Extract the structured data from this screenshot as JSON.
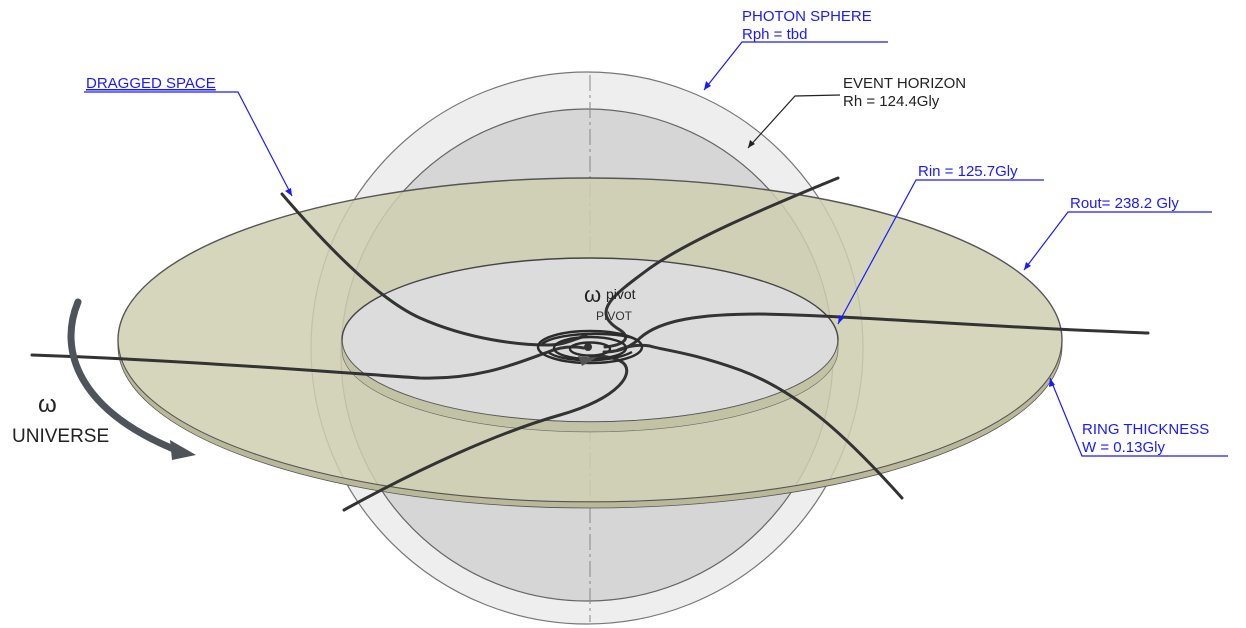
{
  "labels": {
    "photon_sphere_title": "PHOTON SPHERE",
    "photon_sphere_value": "Rph = tbd",
    "event_horizon_title": "EVENT HORIZON",
    "event_horizon_value": "Rh = 124.4Gly",
    "dragged_space": "DRAGGED SPACE",
    "rin": "Rin = 125.7Gly",
    "rout": "Rout= 238.2 Gly",
    "ring_thickness_title": "RING THICKNESS",
    "ring_thickness_value": "W = 0.13Gly",
    "omega_pivot_symbol": "ω",
    "omega_pivot_sub": "pivot",
    "pivot": "PIVOT",
    "omega_universe_symbol": "ω",
    "universe": "UNIVERSE"
  },
  "colors": {
    "leader_blue": "#1a1aff",
    "leader_black": "#222222",
    "ring_fill": "#cfcfb2",
    "sphere_outer": "#eeeeee",
    "sphere_inner": "#d6d6d6",
    "inner_disk": "#dcdcdc",
    "arm_stroke": "#333333",
    "arrow_fill": "#5a5f66"
  }
}
